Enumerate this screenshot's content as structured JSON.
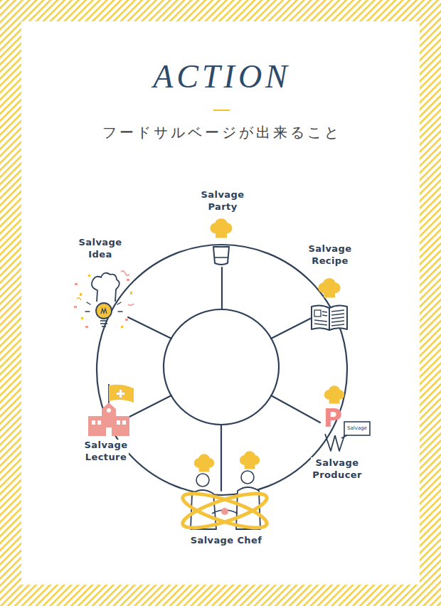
{
  "diagram": {
    "title": "ACTION",
    "nodes": [
      {
        "text": [
          "Salvage Party"
        ]
      },
      {
        "text": [
          "Salvage Recipe"
        ]
      },
      {
        "text": [
          "Salvage Producer"
        ]
      },
      {
        "text": [
          "Salvage Chef"
        ]
      },
      {
        "text": [
          "Salvage Lecture"
        ]
      },
      {
        "text": [
          "Salvage Idea"
        ]
      }
    ],
    "labels": [
      "フードサルベージが出来ること",
      "P",
      "Salvage"
    ]
  }
}
